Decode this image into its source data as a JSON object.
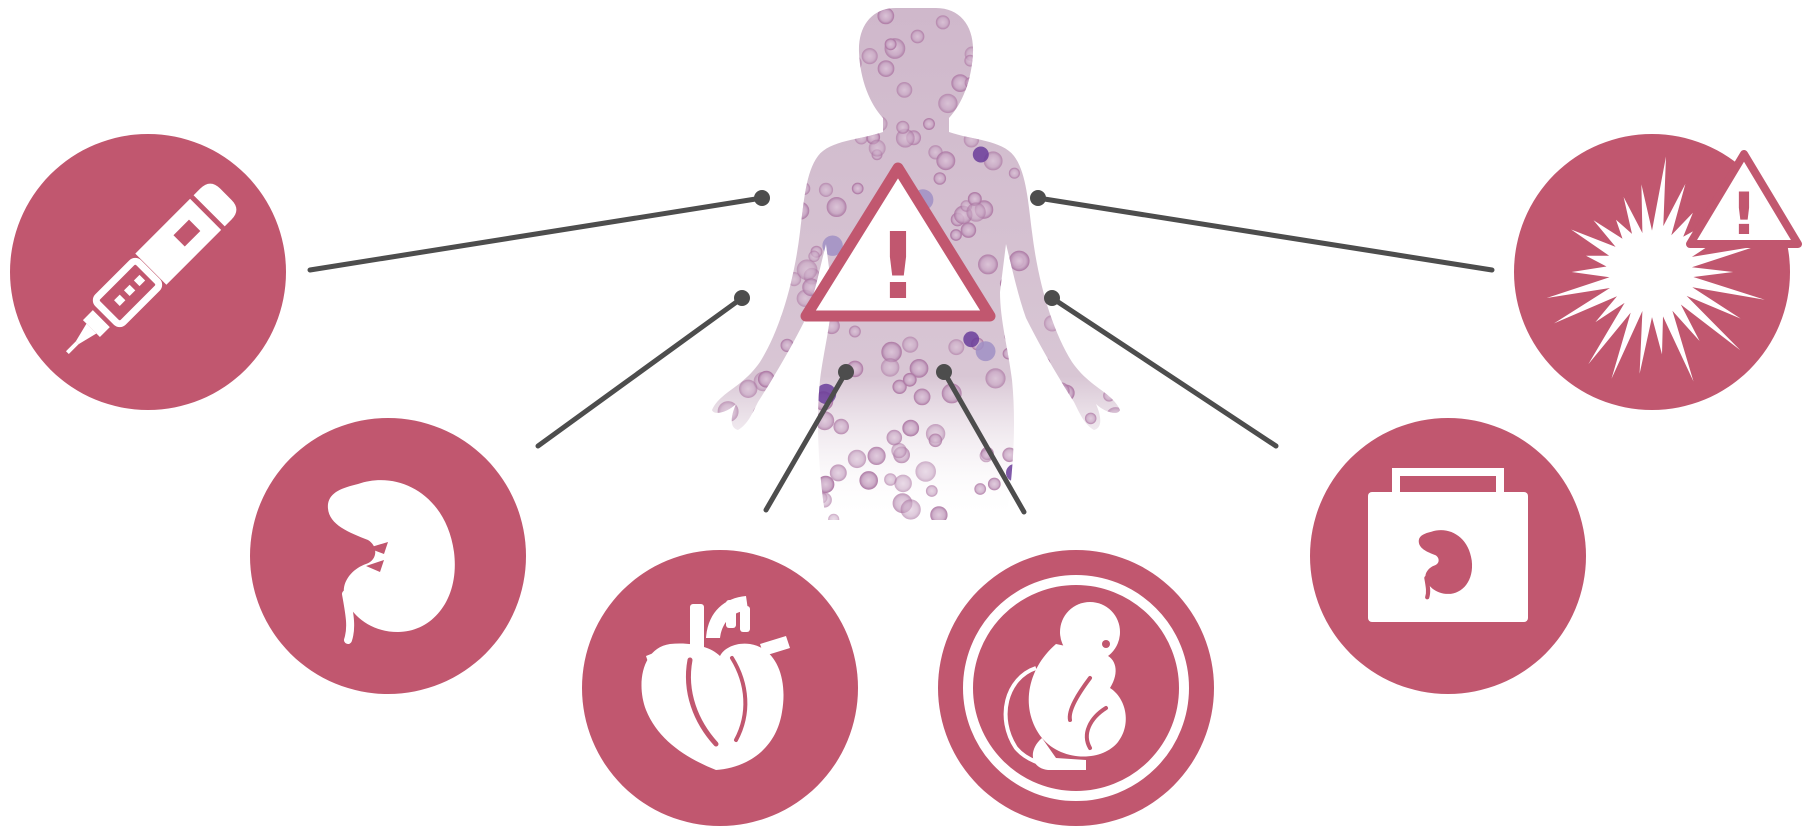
{
  "colors": {
    "brand": "#c1576f",
    "connector": "#4d4d4d",
    "icon_fill": "#ffffff",
    "body_tint": "#cfb8cb",
    "cell_outline": "#b07aa6",
    "cell_dark": "#6a3d9a",
    "cell_light": "#a08fc4"
  },
  "center": {
    "figure": "human-silhouette-with-blood-cells",
    "warning": {
      "icon": "warning-triangle-icon",
      "symbol": "!"
    }
  },
  "nodes": [
    {
      "id": "insulin-pen",
      "icon": "insulin-pen-icon"
    },
    {
      "id": "kidney",
      "icon": "kidney-icon"
    },
    {
      "id": "heart",
      "icon": "heart-icon"
    },
    {
      "id": "pregnancy",
      "icon": "fetus-icon"
    },
    {
      "id": "kidney-transplant",
      "icon": "transplant-cooler-icon"
    },
    {
      "id": "severe-reaction",
      "icon": "burst-icon",
      "badge": {
        "icon": "warning-triangle-icon",
        "symbol": "!"
      }
    }
  ]
}
